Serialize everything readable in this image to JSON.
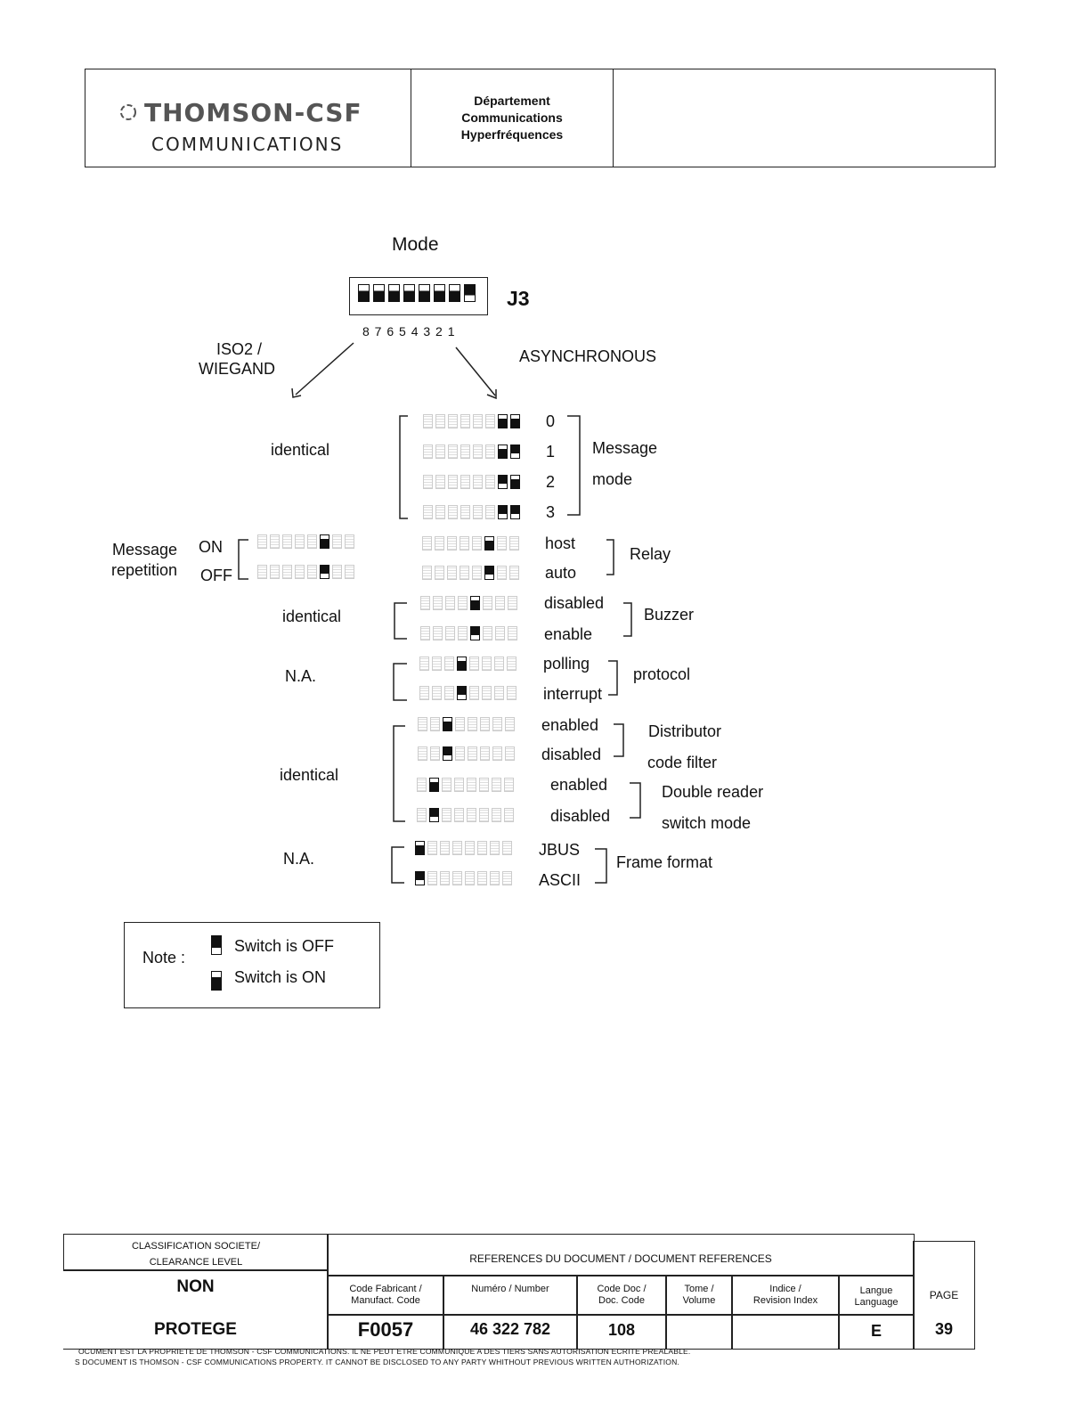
{
  "header": {
    "logo_top": "THOMSON-CSF",
    "logo_bottom": "COMMUNICATIONS",
    "dept_line1": "Département",
    "dept_line2": "Communications",
    "dept_line3": "Hyperfréquences"
  },
  "diagram": {
    "mode_title": "Mode",
    "connector": "J3",
    "switch_numbers": "8 7 6 5 4 3 2 1",
    "left_branch_line1": "ISO2 /",
    "left_branch_line2": "WIEGAND",
    "right_branch": "ASYNCHRONOUS",
    "identical_1": "identical",
    "message_mode": {
      "values": [
        "0",
        "1",
        "2",
        "3"
      ],
      "label_line1": "Message",
      "label_line2": "mode"
    },
    "repetition": {
      "label_line1": "Message",
      "label_line2": "repetition",
      "on": "ON",
      "off": "OFF"
    },
    "relay": {
      "host": "host",
      "auto": "auto",
      "label": "Relay"
    },
    "identical_2": "identical",
    "buzzer": {
      "disabled": "disabled",
      "enable": "enable",
      "label": "Buzzer"
    },
    "na_1": "N.A.",
    "protocol": {
      "polling": "polling",
      "interrupt": "interrupt",
      "label": "protocol"
    },
    "identical_3": "identical",
    "distributor": {
      "enabled": "enabled",
      "disabled": "disabled",
      "label_line1": "Distributor",
      "label_line2": "code filter"
    },
    "double_reader": {
      "enabled": "enabled",
      "disabled": "disabled",
      "label_line1": "Double reader",
      "label_line2": "switch mode"
    },
    "na_2": "N.A.",
    "frame": {
      "jbus": "JBUS",
      "ascii": "ASCII",
      "label": "Frame format"
    }
  },
  "note": {
    "label": "Note :",
    "off": "Switch is OFF",
    "on": "Switch is ON"
  },
  "footer": {
    "classification_label_line1": "CLASSIFICATION SOCIETE/",
    "classification_label_line2": "CLEARANCE LEVEL",
    "classification_value_line1": "NON",
    "classification_value_line2": "PROTEGE",
    "references_label": "REFERENCES DU DOCUMENT / DOCUMENT REFERENCES",
    "col_manufact_line1": "Code Fabricant /",
    "col_manufact_line2": "Manufact. Code",
    "col_number": "Numéro / Number",
    "col_doc_line1": "Code Doc /",
    "col_doc_line2": "Doc. Code",
    "col_tome_line1": "Tome /",
    "col_tome_line2": "Volume",
    "col_indice_line1": "Indice /",
    "col_indice_line2": "Revision Index",
    "col_langue_line1": "Langue",
    "col_langue_line2": "Language",
    "col_page": "PAGE",
    "val_manufact": "F0057",
    "val_number": "46 322 782",
    "val_doc": "108",
    "val_language": "E",
    "val_page": "39",
    "disclaimer_fr": "OCUMENT EST LA PROPRIETE DE THOMSON - CSF COMMUNICATIONS. IL NE PEUT ETRE COMMUNIQUE A DES TIERS SANS AUTORISATION ECRITE PREALABLE.",
    "disclaimer_en": "S DOCUMENT IS THOMSON - CSF COMMUNICATIONS PROPERTY. IT CANNOT BE DISCLOSED TO ANY PARTY WHITHOUT PREVIOUS WRITTEN AUTHORIZATION."
  }
}
